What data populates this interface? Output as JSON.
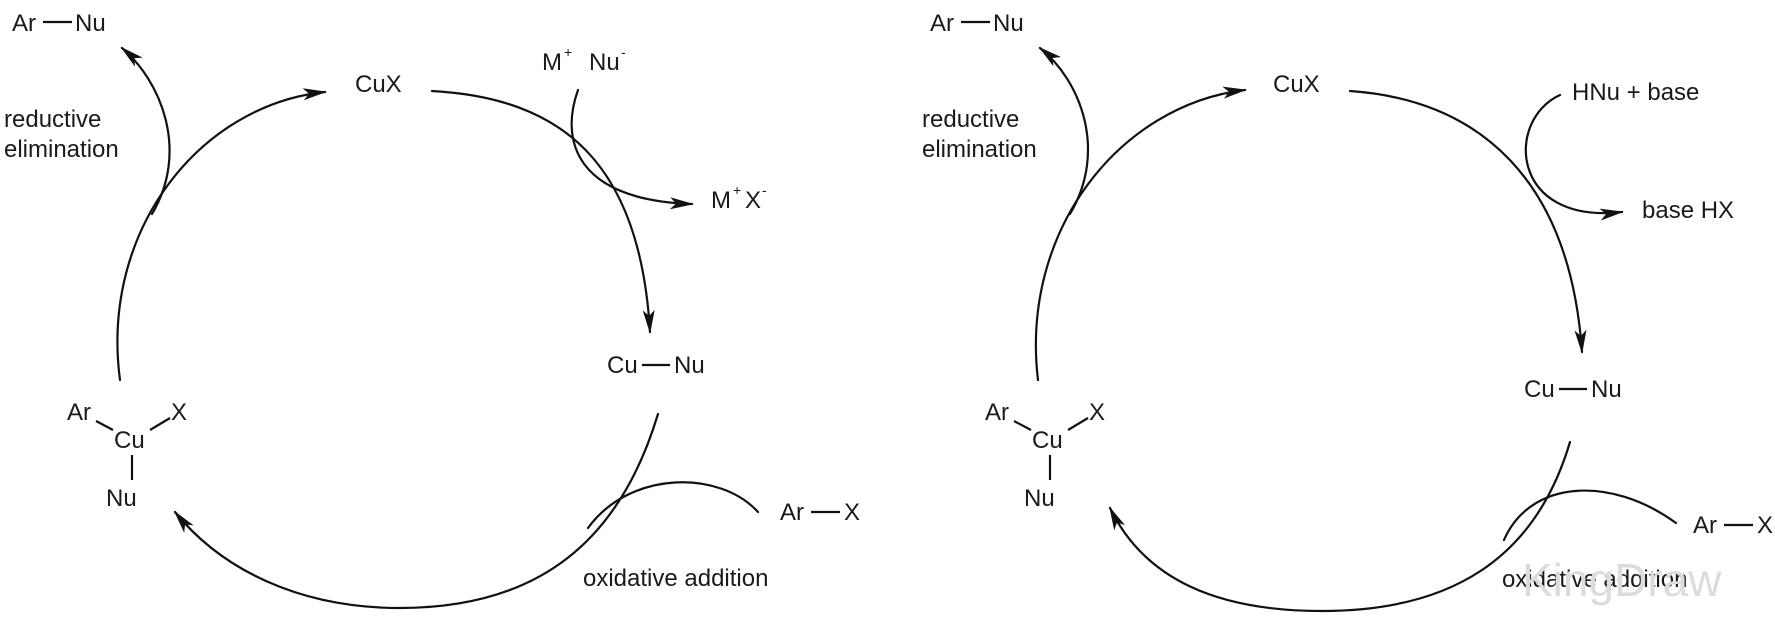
{
  "left_cycle": {
    "top_species": "CuX",
    "reagent_m": "M",
    "reagent_plus": "+",
    "reagent_nu": "Nu",
    "reagent_minus": "-",
    "byproduct_m": "M",
    "byproduct_plus": "+",
    "byproduct_x": "X",
    "byproduct_minus": "-",
    "cu_left": "Cu",
    "nu_right": "Nu",
    "ar_left": "Ar",
    "x_right": "X",
    "oxidative_addition": "oxidative addition",
    "complex_ar": "Ar",
    "complex_cu": "Cu",
    "complex_x": "X",
    "complex_nu": "Nu",
    "product_ar": "Ar",
    "product_nu": "Nu",
    "reductive_line1": "reductive",
    "reductive_line2": "elimination"
  },
  "right_cycle": {
    "top_species": "CuX",
    "reagent": "HNu + base",
    "byproduct": "base HX",
    "cu_left": "Cu",
    "nu_right": "Nu",
    "ar_left": "Ar",
    "x_right": "X",
    "oxidative_addition": "oxidative addition",
    "complex_ar": "Ar",
    "complex_cu": "Cu",
    "complex_x": "X",
    "complex_nu": "Nu",
    "product_ar": "Ar",
    "product_nu": "Nu",
    "reductive_line1": "reductive",
    "reductive_line2": "elimination"
  },
  "watermark": "KingDraw",
  "colors": {
    "ink": "#111111",
    "watermark": "#dcdcdc"
  }
}
